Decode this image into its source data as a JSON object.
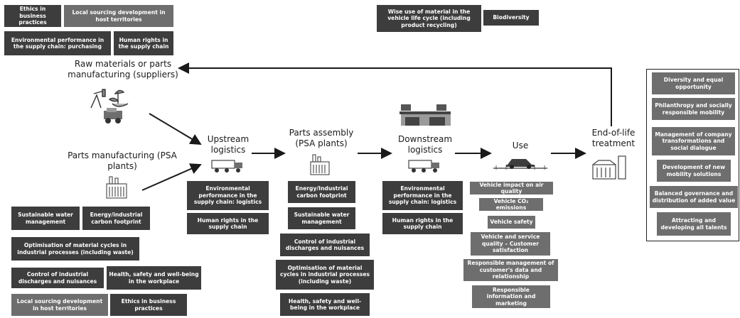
{
  "stages": {
    "raw_materials": "Raw materials or parts manufacturing (suppliers)",
    "parts_manufacturing": "Parts manufacturing (PSA plants)",
    "upstream_logistics": "Upstream logistics",
    "parts_assembly": "Parts assembly (PSA plants)",
    "downstream_logistics": "Downstream logistics",
    "use": "Use",
    "end_of_life": "End-of-life treatment"
  },
  "top_left_boxes": [
    "Ethics in business practices",
    "Local sourcing development in host territories",
    "Environmental performance in the supply chain: purchasing",
    "Human rights in the supply chain"
  ],
  "top_center_boxes": [
    "Wise use of material in the vehicle life cycle (including product recycling)",
    "Biodiversity"
  ],
  "parts_manufacturing_boxes": [
    "Sustainable water management",
    "Energy/industrial carbon footprint",
    "Optimisation of material cycles in industrial processes (including waste)",
    "Control of industrial discharges and nuisances",
    "Health, safety and well-being in the workplace",
    "Local sourcing development in host territories",
    "Ethics in business practices"
  ],
  "upstream_boxes": [
    "Environmental performance in the supply chain: logistics",
    "Human rights in the supply chain"
  ],
  "assembly_boxes": [
    "Energy/Industrial carbon footprint",
    "Sustainable water management",
    "Control of industrial discharges and nuisances",
    "Optimisation of material cycles in industrial processes (including waste)",
    "Health, safety and well-being in the workplace"
  ],
  "downstream_boxes": [
    "Environmental performance in the supply chain: logistics",
    "Human rights in the supply chain"
  ],
  "use_boxes": [
    "Vehicle impact on air quality",
    "Vehicle CO₂ emissions",
    "Vehicle safety",
    "Vehicle and service quality – Customer satisfaction",
    "Responsible management of customer's data and relationship",
    "Responsible information and marketing"
  ],
  "right_panel_boxes": [
    "Diversity and equal opportunity",
    "Philanthropy and socially responsible mobility",
    "Management of company transformations and social dialogue",
    "Development of new mobility solutions",
    "Balanced governance and distribution of added value",
    "Attracting and developing all talents"
  ],
  "colors": {
    "dark_box": "#3d3d3d",
    "mid_box": "#6e6e6e",
    "line": "#1a1a1a"
  },
  "icons": [
    "oil-pump-and-plant-icon",
    "factory-icon",
    "truck-icon",
    "warehouse-icon",
    "car-on-road-icon",
    "recycling-plant-icon"
  ]
}
